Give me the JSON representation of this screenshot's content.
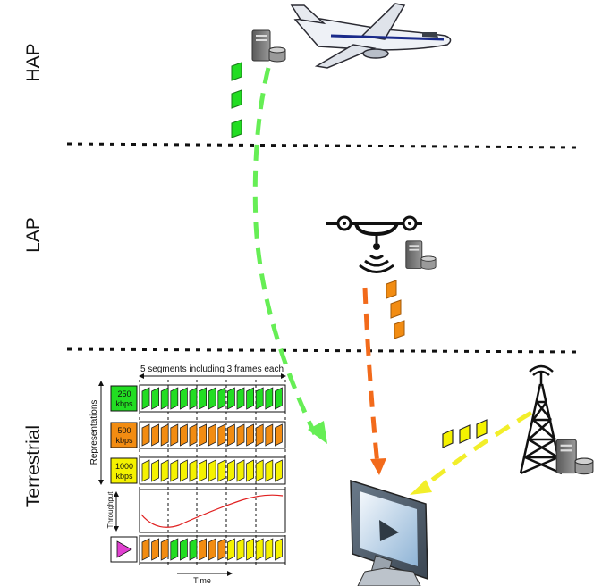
{
  "layers": {
    "hap": "HAP",
    "lap": "LAP",
    "terrestrial": "Terrestrial"
  },
  "dash_chart": {
    "top_label": "5 segments including 3 frames each",
    "y_axis_label": "Representations",
    "throughput_label": "Throughput",
    "time_label": "Time",
    "representations": [
      {
        "line1": "250",
        "line2": "kbps",
        "color": "#22dd22"
      },
      {
        "line1": "500",
        "line2": "kbps",
        "color": "#f28c12"
      },
      {
        "line1": "1000",
        "line2": "kbps",
        "color": "#f5f200"
      }
    ]
  },
  "colors": {
    "hap_link": "#66ee55",
    "lap_link": "#f26a1b",
    "terrestrial_link": "#f2ee2a",
    "frame_green": "#22dd22",
    "frame_orange": "#f28c12",
    "frame_yellow": "#f5f200",
    "play_button": "#e040d0",
    "throughput_curve": "#e02020"
  },
  "icons": [
    "airplane-icon",
    "server-icon",
    "drone-icon",
    "wireless-signal-icon",
    "cell-tower-icon",
    "monitor-icon",
    "play-icon"
  ]
}
